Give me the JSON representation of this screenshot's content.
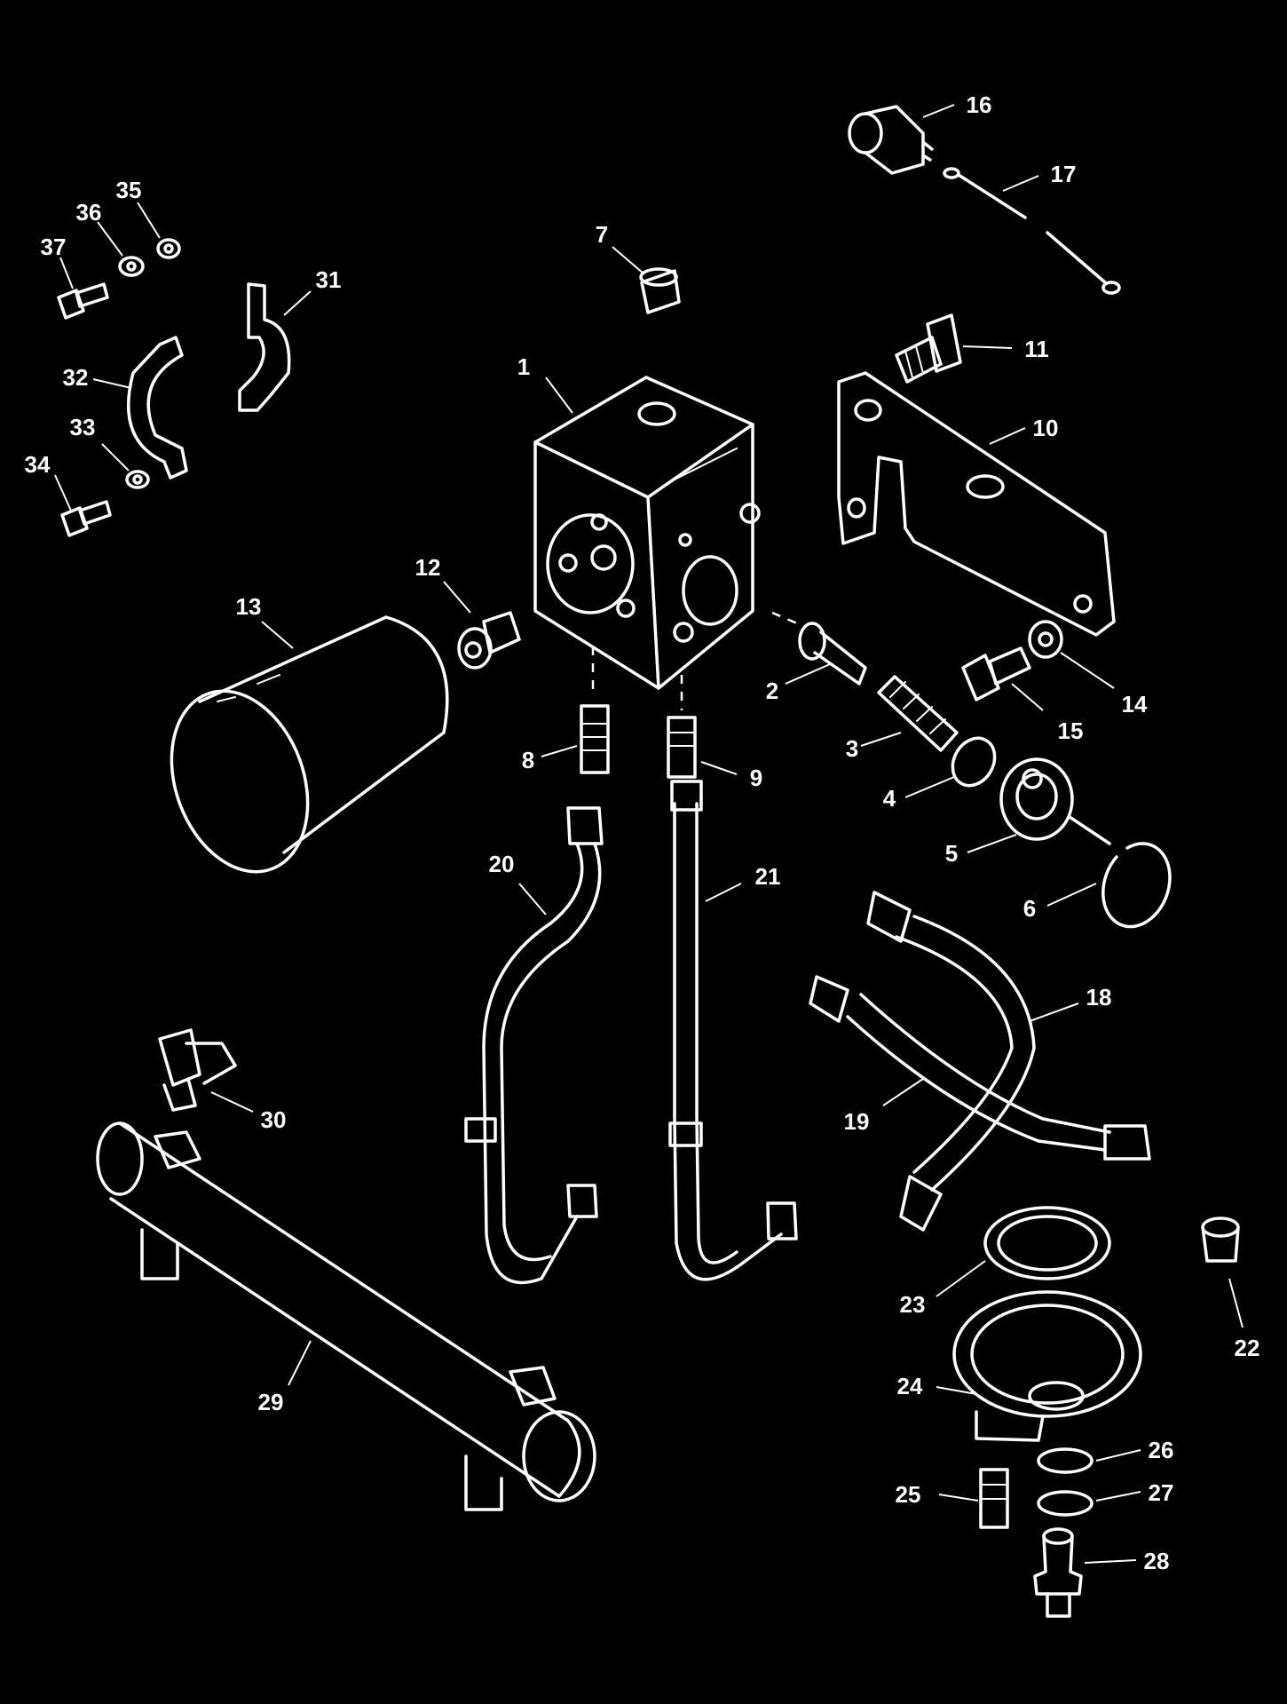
{
  "diagram": {
    "background": "#000000",
    "line_color": "#ffffff",
    "callouts": [
      "1",
      "2",
      "3",
      "4",
      "5",
      "6",
      "7",
      "8",
      "9",
      "10",
      "11",
      "12",
      "13",
      "14",
      "15",
      "16",
      "17",
      "18",
      "19",
      "20",
      "21",
      "22",
      "23",
      "24",
      "25",
      "26",
      "27",
      "28",
      "29",
      "30",
      "31",
      "32",
      "33",
      "34",
      "35",
      "36",
      "37"
    ]
  }
}
